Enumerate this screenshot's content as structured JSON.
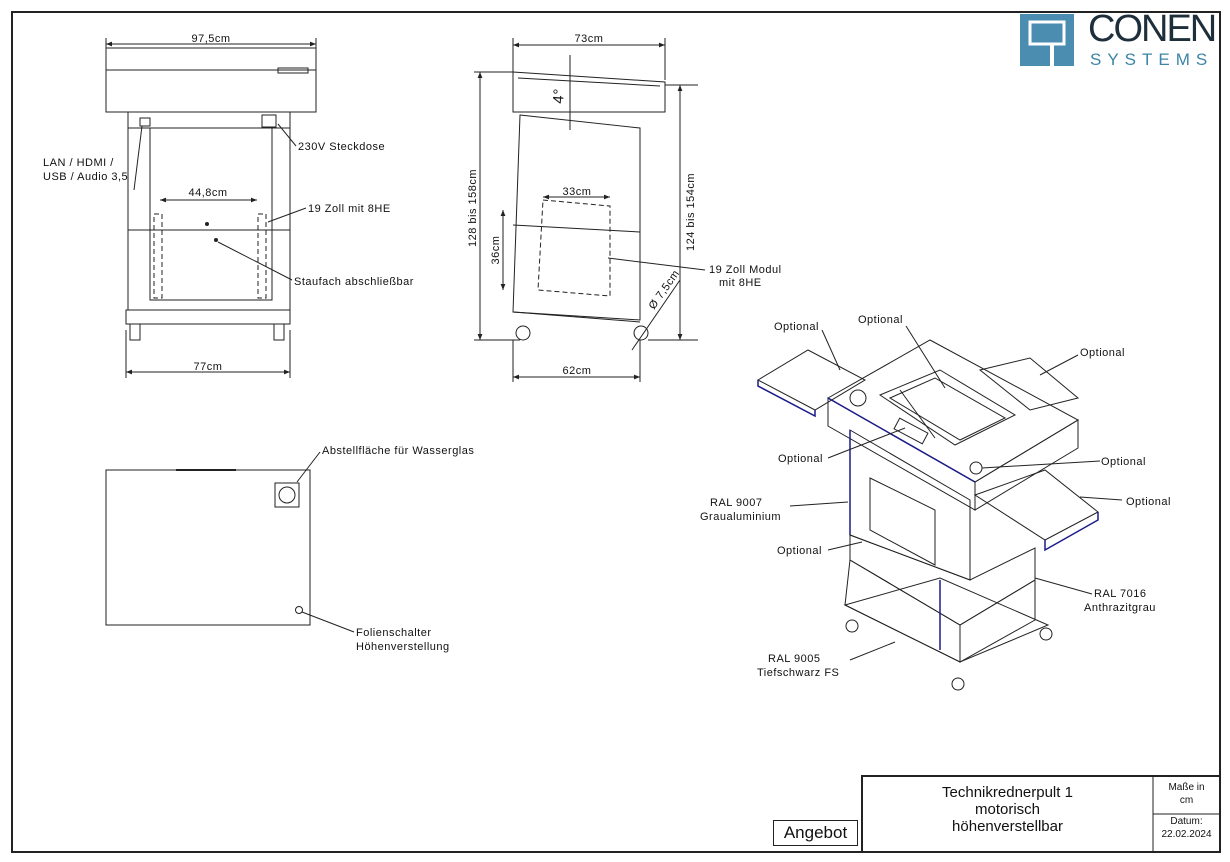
{
  "logo": {
    "line1": "CONEN",
    "line2": "SYSTEMS",
    "color": "#3c84a6"
  },
  "front_view": {
    "width_top": "97,5cm",
    "width_base": "77cm",
    "rack_width": "44,8cm",
    "label_connections_1": "LAN / HDMI /",
    "label_connections_2": "USB / Audio 3,5",
    "label_socket": "230V Steckdose",
    "label_rack": "19 Zoll mit  8HE",
    "label_storage": "Staufach abschließbar"
  },
  "side_view": {
    "width_top": "73cm",
    "angle": "4°",
    "height_total": "128 bis 158cm",
    "height_front": "124 bis 154cm",
    "module_width": "33cm",
    "module_height": "36cm",
    "wheel": "Ø 7,5cm",
    "width_base": "62cm",
    "label_module_1": "19 Zoll Modul",
    "label_module_2": "mit  8HE"
  },
  "top_view": {
    "label_glass": "Abstellfläche für Wasserglas",
    "label_switch_1": "Folienschalter",
    "label_switch_2": "Höhenverstellung"
  },
  "iso_view": {
    "optional": "Optional",
    "ral9007_1": "RAL 9007",
    "ral9007_2": "Graualuminium",
    "ral7016_1": "RAL 7016",
    "ral7016_2": "Anthrazitgrau",
    "ral9005_1": "RAL 9005",
    "ral9005_2": "Tiefschwarz FS"
  },
  "title_block": {
    "line1": "Technikrednerpult 1",
    "line2": "motorisch",
    "line3": "höhenverstellbar",
    "units_1": "Maße in",
    "units_2": "cm",
    "date_label": "Datum:",
    "date": "22.02.2024",
    "status": "Angebot"
  }
}
